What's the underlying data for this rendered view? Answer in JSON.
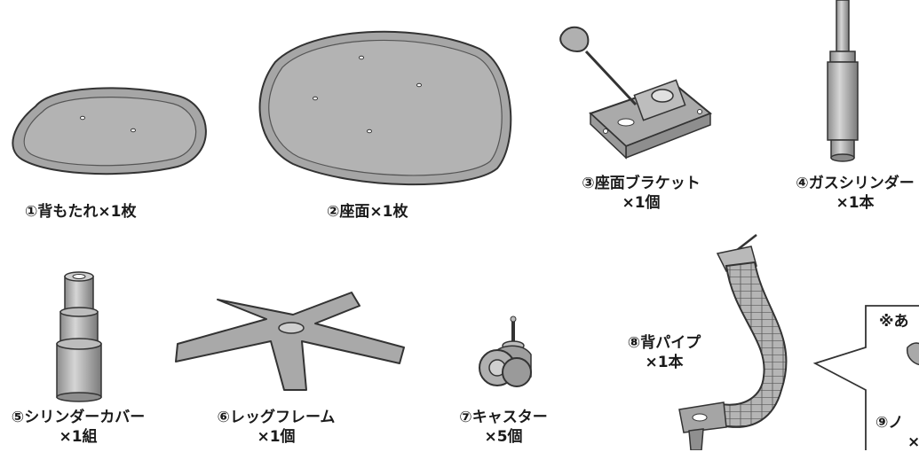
{
  "parts": [
    {
      "id": "backrest",
      "label": "①背もたれ×1枚"
    },
    {
      "id": "seat",
      "label": "②座面×1枚"
    },
    {
      "id": "seat-bracket",
      "line1": "③座面ブラケット",
      "line2": "×1個"
    },
    {
      "id": "gas-cylinder",
      "line1": "④ガスシリンダー",
      "line2": "×1本"
    },
    {
      "id": "cylinder-cover",
      "line1": "⑤シリンダーカバー",
      "line2": "×1組"
    },
    {
      "id": "leg-frame",
      "line1": "⑥レッグフレーム",
      "line2": "×1個"
    },
    {
      "id": "caster",
      "line1": "⑦キャスター",
      "line2": "×5個"
    },
    {
      "id": "back-pipe",
      "line1": "⑧背パイプ",
      "line2": "×1本"
    },
    {
      "id": "callout-item",
      "line1": "⑨ノ",
      "line2": "×"
    }
  ],
  "callout": {
    "note": "※あ"
  },
  "colors": {
    "part_fill": "#a9a9a9",
    "part_light": "#c8c8c8",
    "outline": "#333333"
  }
}
